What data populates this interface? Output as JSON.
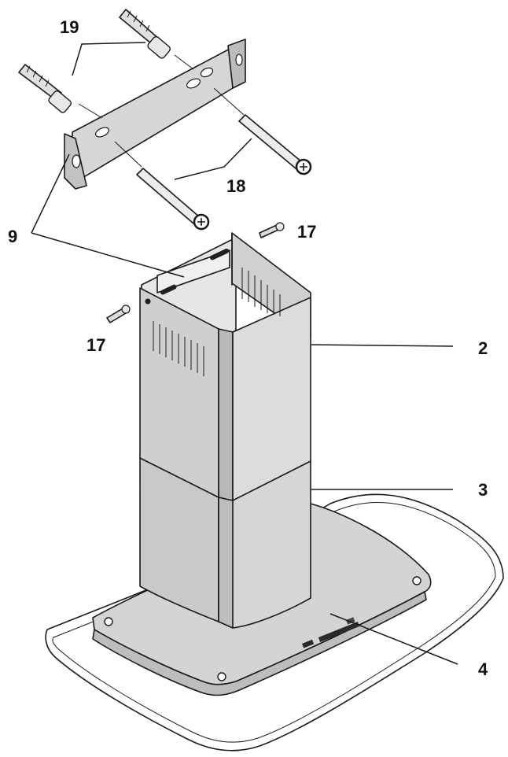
{
  "labels": {
    "wall_plugs": "19",
    "screws": "18",
    "bracket": "9",
    "small_screw_top": "17",
    "small_screw_left": "17",
    "upper_chimney": "2",
    "lower_chimney": "3",
    "canopy": "4"
  },
  "colors": {
    "ink": "#1a1a1a",
    "metal_light": "#d9d9d9",
    "metal_mid": "#c4c4c4",
    "metal_dark": "#b0b0b0",
    "glass": "#ffffff"
  }
}
